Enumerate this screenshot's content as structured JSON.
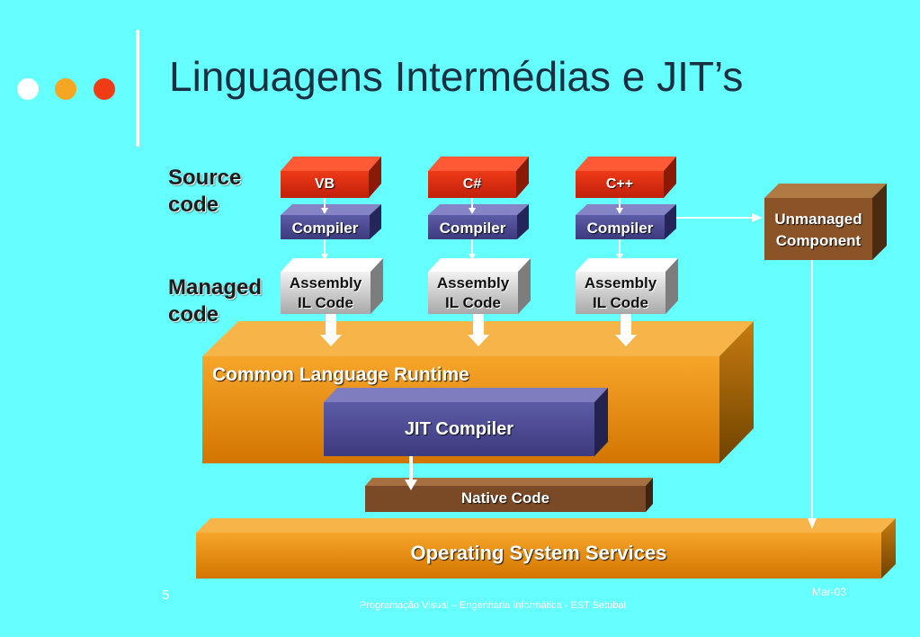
{
  "title": "Linguagens Intermédias e JIT’s",
  "labels": {
    "source_code": [
      "Source",
      "code"
    ],
    "managed_code": [
      "Managed",
      "code"
    ]
  },
  "languages": [
    {
      "name": "VB",
      "compiler": "Compiler",
      "assembly": [
        "Assembly",
        "IL Code"
      ]
    },
    {
      "name": "C#",
      "compiler": "Compiler",
      "assembly": [
        "Assembly",
        "IL Code"
      ]
    },
    {
      "name": "C++",
      "compiler": "Compiler",
      "assembly": [
        "Assembly",
        "IL Code"
      ]
    }
  ],
  "unmanaged": [
    "Unmanaged",
    "Component"
  ],
  "clr": "Common Language Runtime",
  "jit": "JIT Compiler",
  "native": "Native Code",
  "os": "Operating System Services",
  "footer": {
    "page": "5",
    "text": "Programação Visual – Engenharia Informática - EST Setubal",
    "date": "Mar-03"
  },
  "colors": {
    "background": "#66ffff",
    "language_box": "#dd2a10",
    "compiler_box": "#4b4a92",
    "assembly_box": "#c8c8c8",
    "runtime": "#e98d10",
    "native_code": "#7a4a26",
    "unmanaged": "#8a5428",
    "dots": [
      "#ffffff",
      "#f5a623",
      "#f03c14"
    ]
  }
}
